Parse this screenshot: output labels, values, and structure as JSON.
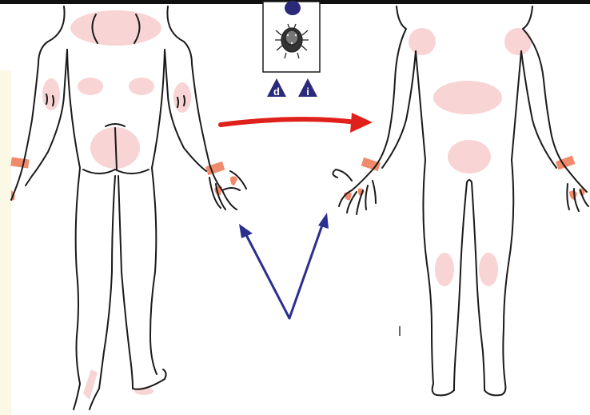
{
  "diagram": {
    "panels": [
      {
        "id": "back-view"
      },
      {
        "id": "front-view"
      }
    ],
    "legend": {
      "badges": [
        {
          "label": "d"
        },
        {
          "label": "i"
        }
      ]
    },
    "colors": {
      "outline": "#1a1a1a",
      "lesion_light": "#f8d4d4",
      "lesion_dark": "#f08a6a",
      "red_arrow": "#e0201a",
      "blue_arrow": "#2b2f8f",
      "badge_fill": "#2b2a7a",
      "left_strip": "#fbf8e6"
    },
    "icons": [
      "mite-icon",
      "red-arrow-icon",
      "blue-v-arrows-icon"
    ]
  }
}
